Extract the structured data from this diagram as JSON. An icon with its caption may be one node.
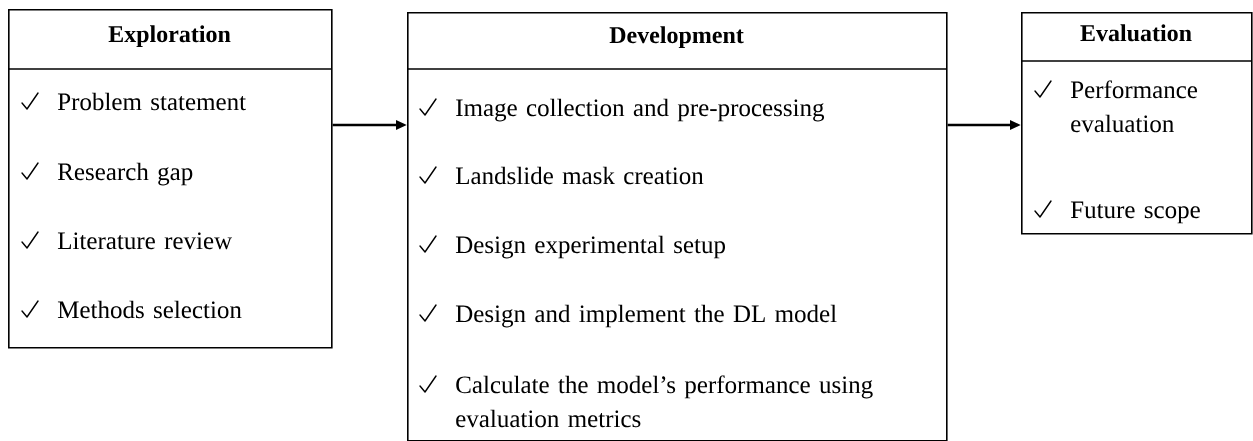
{
  "diagram": {
    "nodes": [
      {
        "text": [
          "Exploration",
          "Problem statement",
          "Research gap",
          "Literature review",
          "Methods selection"
        ]
      },
      {
        "text": [
          "Development",
          "Image collection and pre-processing",
          "Landslide mask creation",
          "Design experimental setup",
          "Design and implement the DL model",
          "Calculate the model’s performance using evaluation metrics"
        ]
      },
      {
        "text": [
          "Evaluation",
          "Performance evaluation",
          "Future scope"
        ]
      }
    ],
    "edges": [
      {
        "from": 0,
        "to": 1,
        "arrow": "to"
      },
      {
        "from": 1,
        "to": 2,
        "arrow": "to"
      }
    ]
  }
}
